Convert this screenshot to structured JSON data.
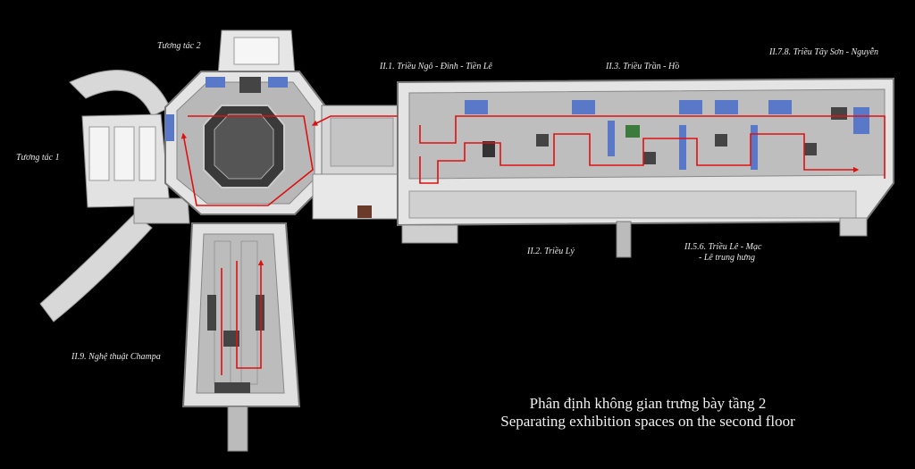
{
  "labels": {
    "tuong_tac_2": "Tương tác 2",
    "tuong_tac_1": "Tương tác 1",
    "ngo_dinh_tien_le": "II.1. Triều Ngô - Đinh - Tiền Lê",
    "tran_ho": "II.3. Triều Trần - Hồ",
    "tay_son_nguyen": "II.7.8. Triều Tây Sơn - Nguyễn",
    "ly": "II.2. Triều Lý",
    "le_mac_line1": "II.5.6. Triều Lê - Mạc",
    "le_mac_line2": "- Lê trung hưng",
    "champa": "II.9. Nghệ thuật Champa"
  },
  "caption": {
    "vi": "Phân định không gian trưng bày tầng 2",
    "en": "Separating exhibition spaces on the second floor"
  },
  "colors": {
    "background": "#000000",
    "building": "#dcdcdc",
    "floor": "#bdbdbd",
    "path": "#e01010",
    "panel": "#5a78c8"
  }
}
